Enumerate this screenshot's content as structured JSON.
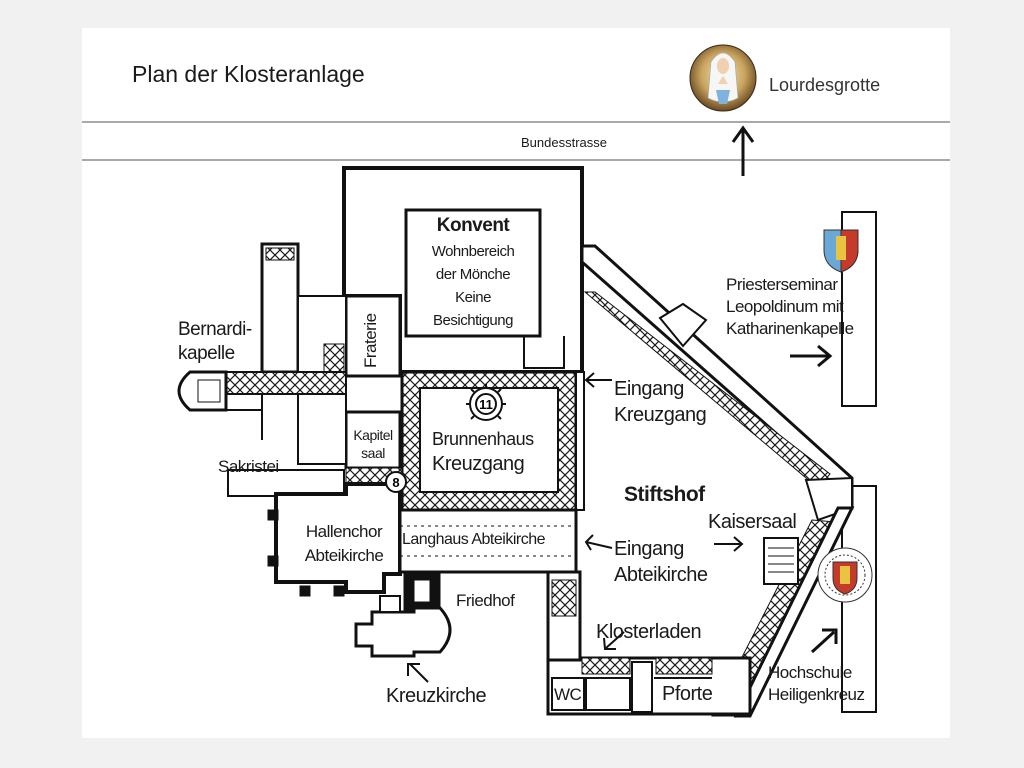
{
  "title": "Plan der Klosteranlage",
  "road": "Bundesstrasse",
  "places": {
    "lourdesgrotte": "Lourdesgrotte",
    "konvent_title": "Konvent",
    "konvent_lines": [
      "Wohnbereich",
      "der Mönche",
      "Keine",
      "Besichtigung"
    ],
    "bernardikapelle": [
      "Bernardi-",
      "kapelle"
    ],
    "fraterie": "Fraterie",
    "kapitelsaal": [
      "Kapitel",
      "saal"
    ],
    "brunnenhaus": "Brunnenhaus",
    "kreuzgang": "Kreuzgang",
    "sakristei": "Sakristei",
    "hallenchor": [
      "Hallenchor",
      "Abteikirche"
    ],
    "langhaus": "Langhaus Abteikirche",
    "friedhof": "Friedhof",
    "kreuzkirche": "Kreuzkirche",
    "eingang_kreuzgang": [
      "Eingang",
      "Kreuzgang"
    ],
    "stiftshof": "Stiftshof",
    "eingang_abteikirche": [
      "Eingang",
      "Abteikirche"
    ],
    "kaisersaal": "Kaisersaal",
    "klosterladen": "Klosterladen",
    "wc": "WC",
    "pforte": "Pforte",
    "priesterseminar": [
      "Priesterseminar",
      "Leopoldinum mit",
      "Katharinenkapelle"
    ],
    "hochschule": [
      "Hochschule",
      "Heiligenkreuz"
    ]
  },
  "markers": {
    "m11": "11",
    "m8": "8"
  },
  "colors": {
    "background": "#f1f1f1",
    "map": "#ffffff",
    "ink": "#1a1a1a",
    "shield_blue": "#6aa8d8",
    "shield_red": "#c63a2c",
    "shield_gold": "#e8c440"
  },
  "icons": {
    "lourdes": "madonna-medallion",
    "seminar": "coat-of-arms",
    "hochschule": "university-seal"
  }
}
